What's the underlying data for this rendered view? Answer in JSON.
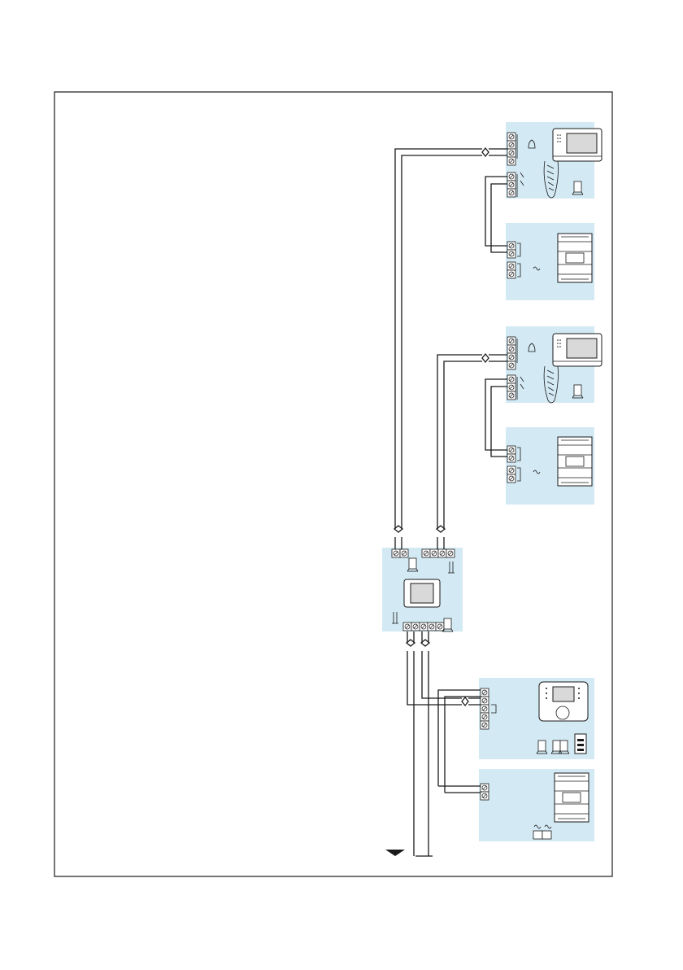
{
  "diagram": {
    "type": "wiring-diagram",
    "colors": {
      "panel": "#d3eaf4",
      "line": "#1a1a1a",
      "device": "#ffffff",
      "screen": "#d9d9d9"
    },
    "components": [
      {
        "id": "video-handset-1",
        "icon": "video-intercom-handset-icon"
      },
      {
        "id": "power-supply-1",
        "icon": "din-rail-power-supply-icon"
      },
      {
        "id": "video-handset-2",
        "icon": "video-intercom-handset-icon"
      },
      {
        "id": "power-supply-2",
        "icon": "din-rail-power-supply-icon"
      },
      {
        "id": "distributor",
        "icon": "floor-distributor-icon"
      },
      {
        "id": "entrance-panel",
        "icon": "door-entry-panel-icon"
      },
      {
        "id": "main-power-supply",
        "icon": "din-rail-power-supply-icon"
      },
      {
        "id": "bus-riser",
        "icon": "ground-arrow-icon"
      }
    ]
  }
}
